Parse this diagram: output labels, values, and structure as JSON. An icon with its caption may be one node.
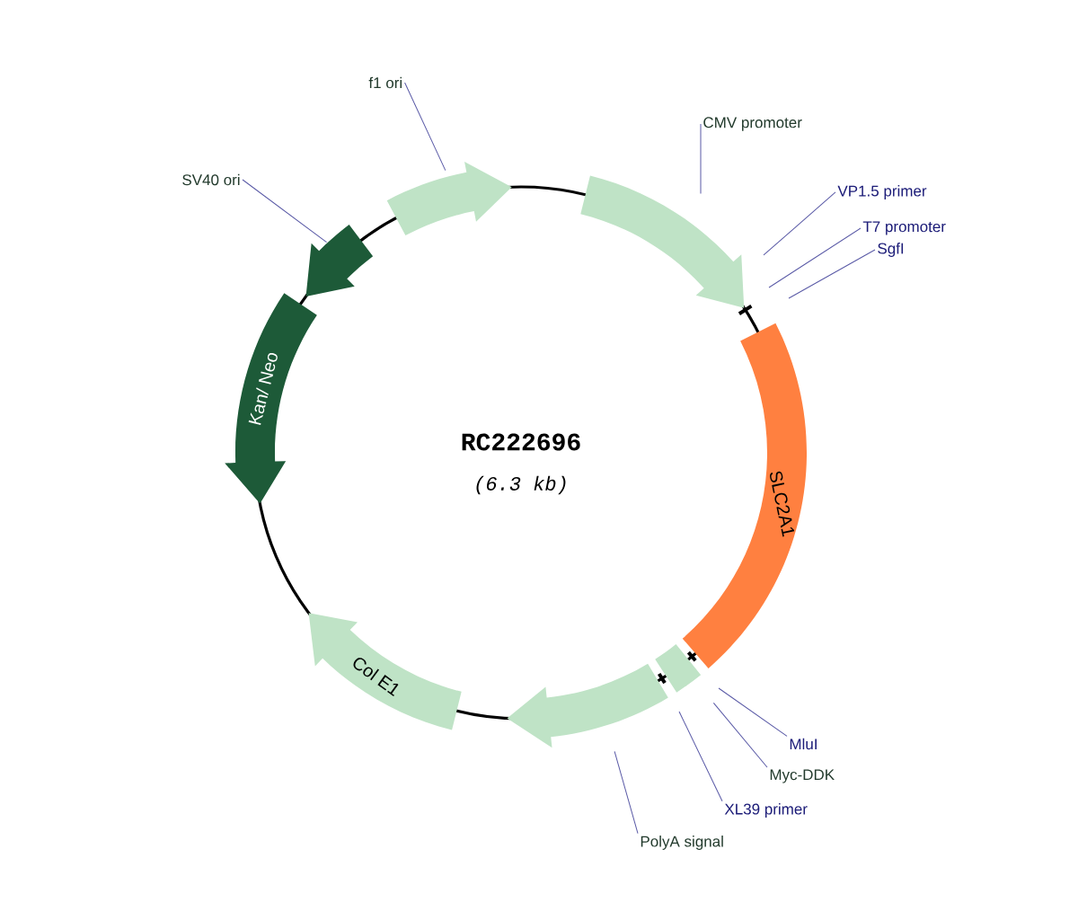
{
  "diagram": {
    "title": "RC222696",
    "nodes": [
      {
        "text": [],
        "shape": "arrow"
      },
      {
        "text": [],
        "shape": "arrow"
      },
      {
        "text": [
          "SLC2A1"
        ]
      },
      {
        "text": [],
        "shape": "box"
      },
      {
        "text": [],
        "shape": "arrow"
      },
      {
        "text": [
          "Col E1"
        ]
      },
      {
        "text": [
          "Kan/ Neo"
        ]
      },
      {
        "text": [],
        "shape": "arrow"
      },
      {
        "text": [
          "f1 ori"
        ]
      },
      {
        "text": [
          "SV40 ori"
        ]
      },
      {
        "text": [
          "CMV promoter"
        ]
      },
      {
        "text": [
          "VP1.5 primer"
        ]
      },
      {
        "text": [
          "T7 promoter"
        ]
      },
      {
        "text": [
          "SgfI"
        ]
      },
      {
        "text": [
          "MluI"
        ]
      },
      {
        "text": [
          "Myc-DDK"
        ]
      },
      {
        "text": [
          "XL39 primer"
        ]
      },
      {
        "text": [
          "PolyA signal"
        ]
      }
    ],
    "edges": [
      {
        "from": 8,
        "to": 0,
        "arrow": "none"
      },
      {
        "from": 9,
        "to": 7,
        "arrow": "none"
      },
      {
        "from": 10,
        "to": 1,
        "arrow": "none"
      },
      {
        "from": 11,
        "to": null,
        "arrow": "none"
      },
      {
        "from": 12,
        "to": null,
        "arrow": "none"
      },
      {
        "from": 13,
        "to": null,
        "arrow": "none"
      },
      {
        "from": 14,
        "to": null,
        "arrow": "none"
      },
      {
        "from": 15,
        "to": 3,
        "arrow": "none"
      },
      {
        "from": 16,
        "to": 4,
        "arrow": "none"
      },
      {
        "from": 17,
        "to": 4,
        "arrow": "none"
      }
    ],
    "labels": [
      "(6.3 kb)"
    ]
  }
}
